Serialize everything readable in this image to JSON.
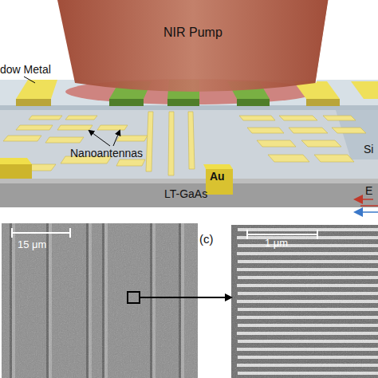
{
  "diagram": {
    "nodes": [
      {
        "text": [
          "15 μm"
        ]
      },
      {
        "text": [
          "(c)",
          "1 μm"
        ]
      }
    ],
    "edges": [
      {
        "from": 0,
        "to": 1,
        "arrow": "to"
      }
    ],
    "labels": [
      "NIR Pump",
      "dow Metal",
      "E",
      "Si",
      "Nanoantennas",
      "Au",
      "LT-GaAs"
    ]
  }
}
